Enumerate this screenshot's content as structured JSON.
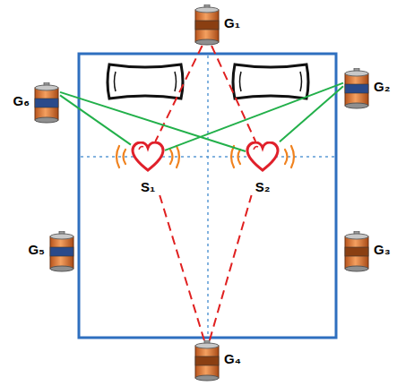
{
  "diagram": {
    "nodes": [
      {
        "text": [
          "G₁"
        ]
      },
      {
        "text": [
          "G₆"
        ]
      },
      {
        "text": [
          "G₂"
        ]
      },
      {
        "text": [
          "S₁"
        ]
      },
      {
        "text": [
          "S₂"
        ]
      },
      {
        "text": [
          "G₅"
        ]
      },
      {
        "text": [
          "G₃"
        ]
      },
      {
        "text": [
          "G₄"
        ]
      }
    ],
    "edges": [
      {
        "from": 0,
        "to": 3,
        "arrow": "none"
      },
      {
        "from": 0,
        "to": 4,
        "arrow": "none"
      },
      {
        "from": 7,
        "to": 3,
        "arrow": "none"
      },
      {
        "from": 7,
        "to": 4,
        "arrow": "none"
      },
      {
        "from": 1,
        "to": 3,
        "arrow": "none"
      },
      {
        "from": 1,
        "to": 4,
        "arrow": "none"
      },
      {
        "from": 2,
        "to": 3,
        "arrow": "none"
      },
      {
        "from": 2,
        "to": 4,
        "arrow": "none"
      }
    ]
  }
}
